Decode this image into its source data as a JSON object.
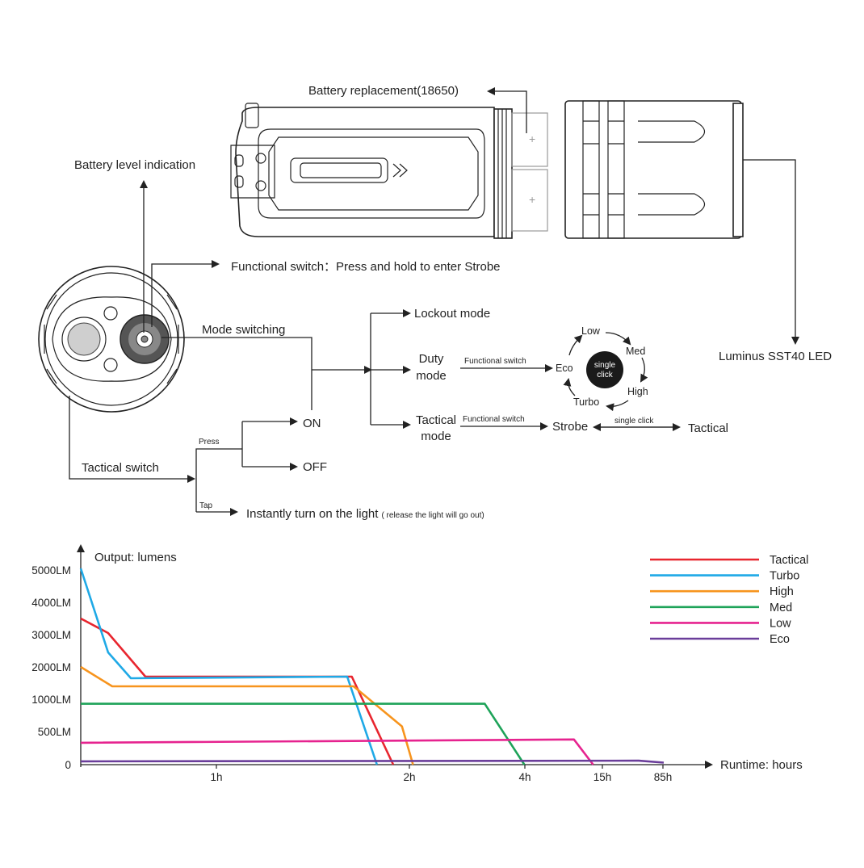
{
  "labels": {
    "battery_replacement": "Battery replacement(18650)",
    "battery_level": "Battery level indication",
    "functional_switch": "Functional switch：Press and hold to enter Strobe",
    "mode_switching": "Mode switching",
    "lockout_mode": "Lockout mode",
    "duty_mode": [
      "Duty",
      "mode"
    ],
    "tactical_mode": [
      "Tactical",
      "mode"
    ],
    "functional_switch_small_1": "Functional switch",
    "functional_switch_small_2": "Functional switch",
    "strobe": "Strobe",
    "single_click": "single click",
    "tactical": "Tactical",
    "luminus": "Luminus SST40 LED",
    "on": "ON",
    "off": "OFF",
    "press": "Press",
    "tap": "Tap",
    "tactical_switch": "Tactical switch",
    "instant_on": "Instantly turn on the light",
    "instant_on_note": "( release the light will go out)"
  },
  "mode_cycle": {
    "center": [
      "single",
      "click"
    ],
    "modes": [
      "Low",
      "Med",
      "High",
      "Turbo",
      "Eco"
    ]
  },
  "chart_data": {
    "type": "line",
    "ylabel": "Output: lumens",
    "xlabel": "Runtime: hours",
    "y_ticks": [
      "5000LM",
      "4000LM",
      "3000LM",
      "2000LM",
      "1000LM",
      "500LM",
      "0"
    ],
    "x_ticks": [
      "1h",
      "2h",
      "4h",
      "15h",
      "85h"
    ],
    "legend_position": "top-right",
    "note": "x axis is piecewise (non-linear); positions given as fraction of axis width 0-1",
    "series": [
      {
        "name": "Tactical",
        "color": "#e8262f",
        "points": [
          [
            0.0,
            3500
          ],
          [
            0.047,
            3050
          ],
          [
            0.111,
            1700
          ],
          [
            0.465,
            1700
          ],
          [
            0.536,
            0
          ]
        ]
      },
      {
        "name": "Turbo",
        "color": "#1fa9e6",
        "points": [
          [
            0.0,
            5050
          ],
          [
            0.047,
            2450
          ],
          [
            0.086,
            1650
          ],
          [
            0.457,
            1700
          ],
          [
            0.508,
            0
          ]
        ]
      },
      {
        "name": "High",
        "color": "#f7941d",
        "points": [
          [
            0.0,
            2000
          ],
          [
            0.054,
            1400
          ],
          [
            0.468,
            1400
          ],
          [
            0.551,
            580
          ],
          [
            0.57,
            0
          ]
        ]
      },
      {
        "name": "Med",
        "color": "#1ea359",
        "points": [
          [
            0.0,
            930
          ],
          [
            0.693,
            930
          ],
          [
            0.761,
            0
          ]
        ]
      },
      {
        "name": "Low",
        "color": "#e6238f",
        "points": [
          [
            0.0,
            330
          ],
          [
            0.846,
            380
          ],
          [
            0.879,
            0
          ]
        ]
      },
      {
        "name": "Eco",
        "color": "#6a3d9a",
        "points": [
          [
            0.0,
            50
          ],
          [
            0.957,
            60
          ],
          [
            1.0,
            30
          ]
        ]
      }
    ]
  }
}
